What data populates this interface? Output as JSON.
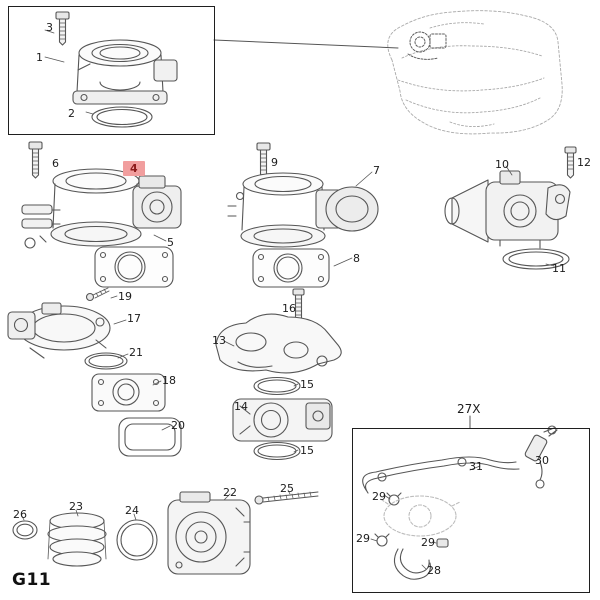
{
  "page": {
    "code": "G11",
    "assembly_group_label": "27X"
  },
  "colors": {
    "highlight_bg": "#f19e9e",
    "highlight_text": "#8c1b1b",
    "line_art": "#565656",
    "ghost_art": "#a9a9a9"
  },
  "callouts": {
    "c1": "1",
    "c2": "2",
    "c3": "3",
    "c4": "4",
    "c5": "5",
    "c6": "6",
    "c7": "7",
    "c8": "8",
    "c9": "9",
    "c10": "10",
    "c11": "11",
    "c12": "12",
    "c13": "13",
    "c14": "14",
    "c15a": "15",
    "c15b": "15",
    "c16": "16",
    "c17": "17",
    "c18": "18",
    "c19": "19",
    "c20": "20",
    "c21": "21",
    "c22": "22",
    "c23": "23",
    "c24": "24",
    "c25": "25",
    "c26": "26",
    "c28": "28",
    "c29a": "29",
    "c29b": "29",
    "c29c": "29",
    "c30": "30",
    "c31": "31"
  }
}
